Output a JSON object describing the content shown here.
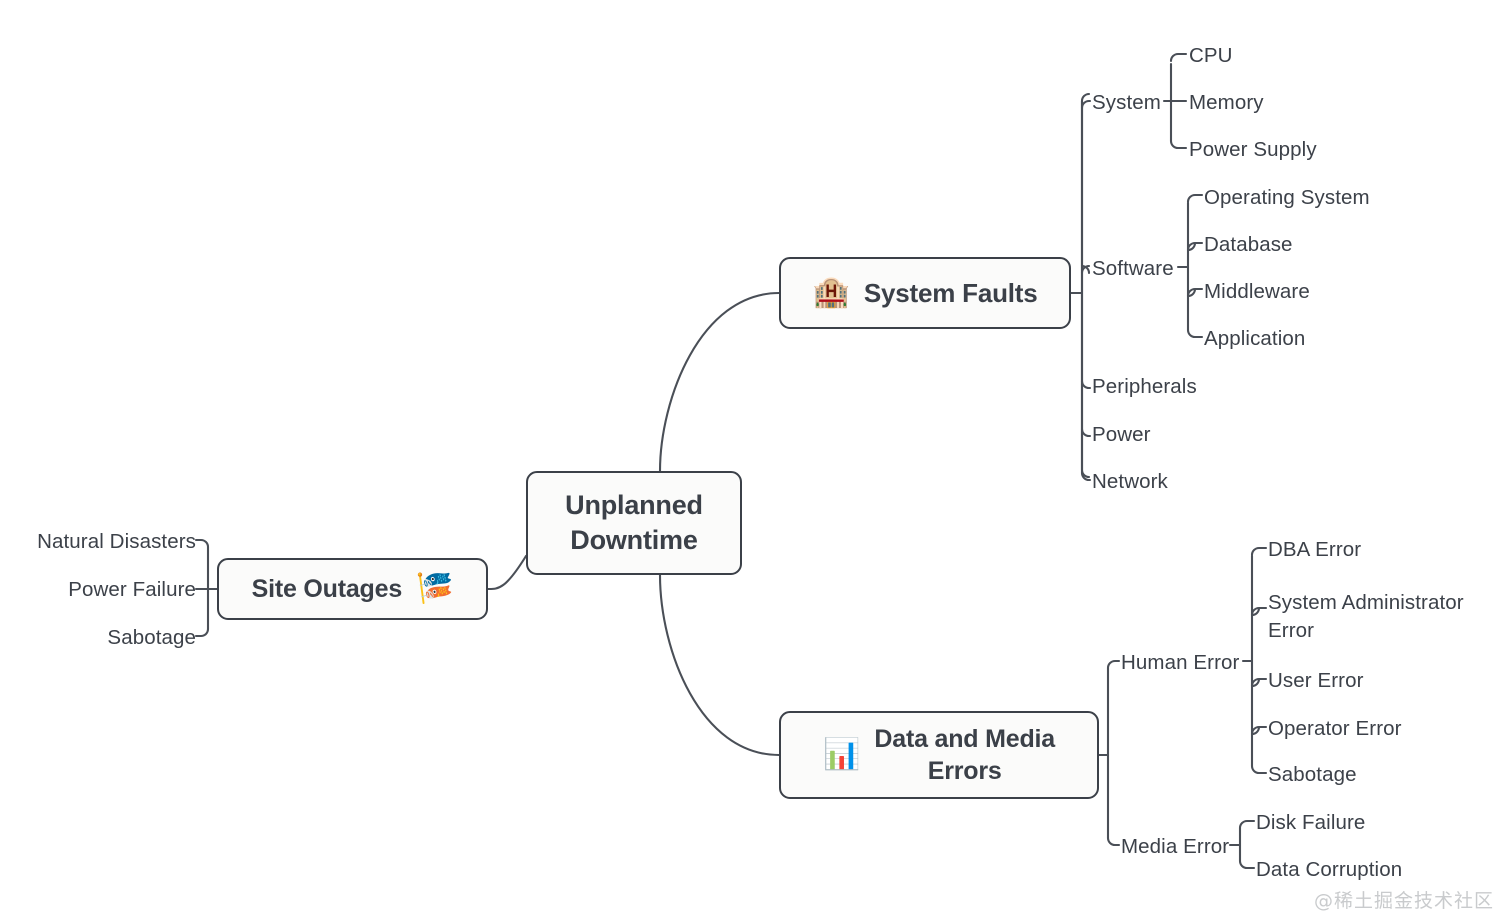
{
  "diagram": {
    "type": "mindmap",
    "title": "Unplanned Downtime",
    "colors": {
      "background": "#ffffff",
      "node_fill": "#fbfbfa",
      "node_border": "#3b4048",
      "text": "#3c4149",
      "edge": "#4a4f57",
      "watermark": "#c9cbcd"
    },
    "watermark": "@稀土掘金技术社区"
  },
  "root": {
    "label": "Unplanned\nDowntime",
    "line1": "Unplanned",
    "line2": "Downtime"
  },
  "branches": {
    "system_faults": {
      "label": "System Faults",
      "emoji": "🏨",
      "emoji_name": "hotel-building-icon",
      "children": [
        {
          "label": "System",
          "children": [
            {
              "label": "CPU"
            },
            {
              "label": "Memory"
            },
            {
              "label": "Power Supply"
            }
          ]
        },
        {
          "label": "Software",
          "children": [
            {
              "label": "Operating System"
            },
            {
              "label": "Database"
            },
            {
              "label": "Middleware"
            },
            {
              "label": "Application"
            }
          ]
        },
        {
          "label": "Peripherals",
          "children": []
        },
        {
          "label": "Power",
          "children": []
        },
        {
          "label": "Network",
          "children": []
        }
      ]
    },
    "site_outages": {
      "label": "Site Outages",
      "emoji": "🎏",
      "emoji_name": "flag-icon",
      "children": [
        {
          "label": "Natural Disasters"
        },
        {
          "label": "Power Failure"
        },
        {
          "label": "Sabotage"
        }
      ]
    },
    "data_and_media_errors": {
      "label": "Data and Media\nErrors",
      "line1": "Data and Media",
      "line2": "Errors",
      "emoji": "📊",
      "emoji_name": "bar-chart-increasing-icon",
      "children": [
        {
          "label": "Human Error",
          "children": [
            {
              "label": "DBA Error"
            },
            {
              "label": "System Administrator Error"
            },
            {
              "label": "User Error"
            },
            {
              "label": "Operator Error"
            },
            {
              "label": "Sabotage"
            }
          ]
        },
        {
          "label": "Media Error",
          "children": [
            {
              "label": "Disk Failure"
            },
            {
              "label": "Data Corruption"
            }
          ]
        }
      ]
    }
  }
}
